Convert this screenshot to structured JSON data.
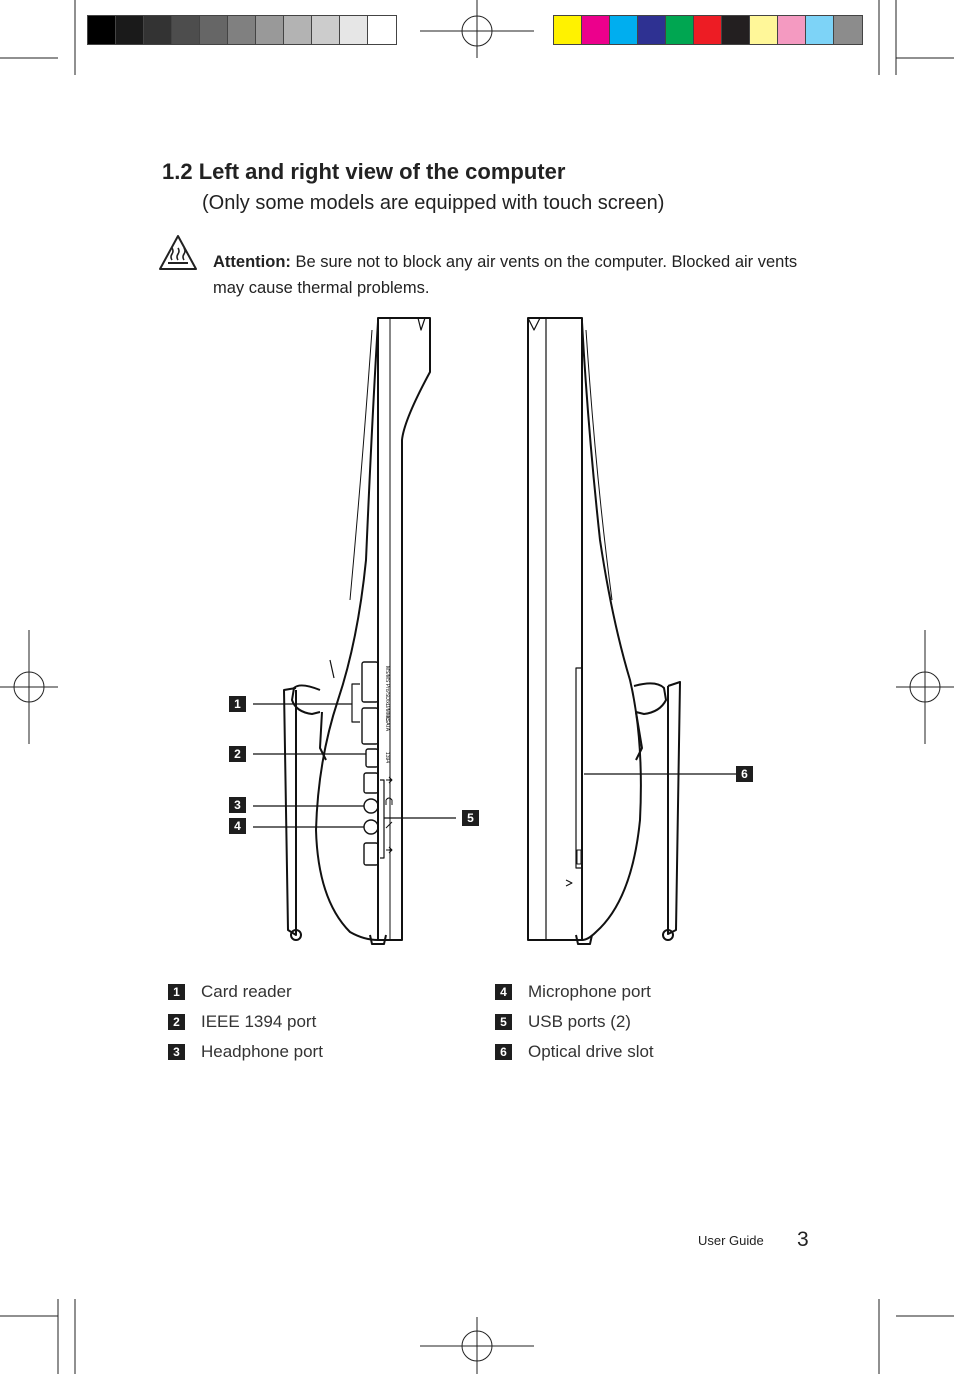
{
  "page": {
    "section_title": "1.2 Left and right view of the computer",
    "subtitle": "(Only some models are equipped with touch screen)",
    "attention_label": "Attention:",
    "attention_text": " Be sure not to block any air vents on the computer. Blocked air vents may cause thermal problems.",
    "footer_label": "User Guide",
    "page_number": "3"
  },
  "icons": {
    "warning": "hot-surface-warning-icon",
    "registration": "crop-registration-mark-icon"
  },
  "color_bars": {
    "grayscale": [
      "#000000",
      "#1a1a1a",
      "#333333",
      "#4d4d4d",
      "#666666",
      "#808080",
      "#999999",
      "#b3b3b3",
      "#cccccc",
      "#e6e6e6",
      "#ffffff"
    ],
    "process": [
      "#fff200",
      "#ec008c",
      "#00aeef",
      "#2e3192",
      "#00a651",
      "#ed1c24",
      "#231f20",
      "#fff799",
      "#f49ac1",
      "#7dd3f7",
      "#8c8c8c"
    ]
  },
  "diagram": {
    "callouts": [
      "1",
      "2",
      "3",
      "4",
      "5",
      "6"
    ],
    "port_labels": {
      "card_reader": "MS/MS Pro/SD/xD/MMC",
      "esata": "eSATA",
      "ieee1394": "1394"
    }
  },
  "legend": [
    {
      "num": "1",
      "label": "Card reader"
    },
    {
      "num": "2",
      "label": "IEEE 1394 port"
    },
    {
      "num": "3",
      "label": "Headphone port"
    },
    {
      "num": "4",
      "label": "Microphone port"
    },
    {
      "num": "5",
      "label": "USB ports (2)"
    },
    {
      "num": "6",
      "label": "Optical drive slot"
    }
  ]
}
